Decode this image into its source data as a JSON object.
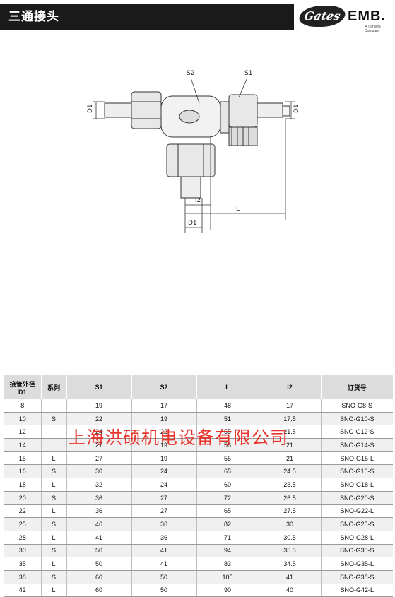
{
  "header": {
    "title": "三通接头",
    "brand": {
      "gates": "Gates",
      "emb": "EMB.",
      "sub": "A Tomkins Company"
    }
  },
  "diagram": {
    "labels": {
      "s2": "S2",
      "s1": "S1",
      "d1_left": "D1",
      "d1_right": "D1",
      "d1_bottom": "D1",
      "l2": "l2",
      "l": "L"
    }
  },
  "table": {
    "headers": [
      "接管外径 D1",
      "系列",
      "S1",
      "S2",
      "L",
      "l2",
      "订货号"
    ],
    "rows": [
      [
        "8",
        "",
        "19",
        "17",
        "48",
        "17",
        "SNO-G8-S"
      ],
      [
        "10",
        "S",
        "22",
        "19",
        "51",
        "17.5",
        "SNO-G10-S"
      ],
      [
        "12",
        "",
        "24",
        "22",
        "55",
        "21.5",
        "SNO-G12-S"
      ],
      [
        "14",
        "",
        "27",
        "19",
        "58",
        "21",
        "SNO-G14-S"
      ],
      [
        "15",
        "L",
        "27",
        "19",
        "55",
        "21",
        "SNO-G15-L"
      ],
      [
        "16",
        "S",
        "30",
        "24",
        "65",
        "24.5",
        "SNO-G16-S"
      ],
      [
        "18",
        "L",
        "32",
        "24",
        "60",
        "23.5",
        "SNO-G18-L"
      ],
      [
        "20",
        "S",
        "36",
        "27",
        "72",
        "26.5",
        "SNO-G20-S"
      ],
      [
        "22",
        "L",
        "36",
        "27",
        "65",
        "27.5",
        "SNO-G22-L"
      ],
      [
        "25",
        "S",
        "46",
        "36",
        "82",
        "30",
        "SNO-G25-S"
      ],
      [
        "28",
        "L",
        "41",
        "36",
        "71",
        "30.5",
        "SNO-G28-L"
      ],
      [
        "30",
        "S",
        "50",
        "41",
        "94",
        "35.5",
        "SNO-G30-S"
      ],
      [
        "35",
        "L",
        "50",
        "41",
        "83",
        "34.5",
        "SNO-G35-L"
      ],
      [
        "38",
        "S",
        "60",
        "50",
        "105",
        "41",
        "SNO-G38-S"
      ],
      [
        "42",
        "L",
        "60",
        "50",
        "90",
        "40",
        "SNO-G42-L"
      ]
    ]
  },
  "watermark": "上海洪硕机电设备有限公司"
}
